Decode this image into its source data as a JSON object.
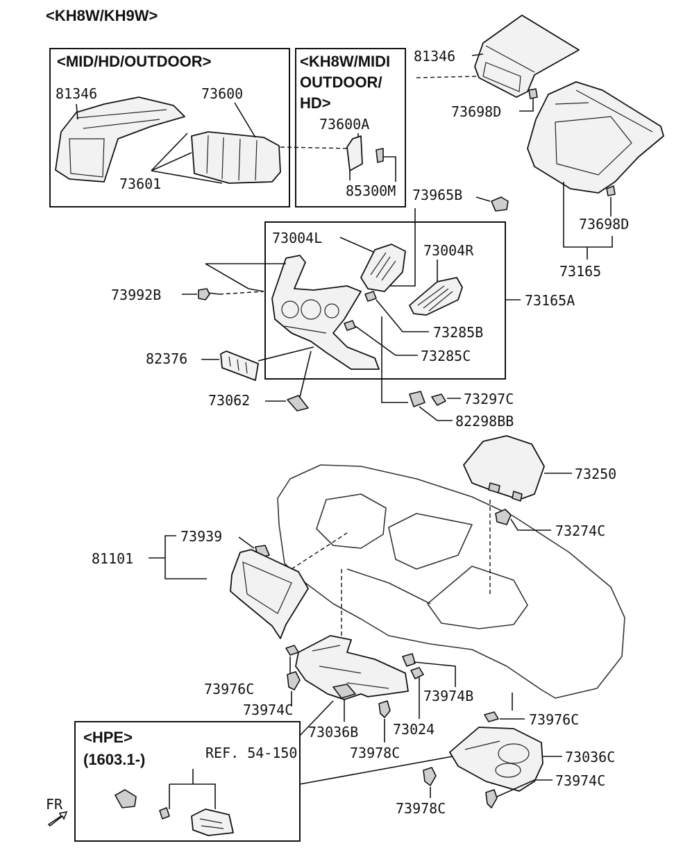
{
  "header": {
    "model_title": "<KH8W/KH9W>"
  },
  "boxes": {
    "mid_hd_outdoor": "<MID/HD/OUTDOOR>",
    "kh8w_midi_line1": "<KH8W/MIDI",
    "kh8w_midi_line2": "OUTDOOR/",
    "kh8w_midi_line3": "HD>",
    "hpe_line1": "<HPE>",
    "hpe_line2": "(1603.1-)",
    "hpe_ref": "REF. 54-150"
  },
  "labels": {
    "p81346_box": "81346",
    "p73600": "73600",
    "p73601": "73601",
    "p73600A": "73600A",
    "p85300M": "85300M",
    "p81346_top": "81346",
    "p73698D_a": "73698D",
    "p73698D_b": "73698D",
    "p73165": "73165",
    "p73965B": "73965B",
    "p73004L": "73004L",
    "p73004R": "73004R",
    "p73992B": "73992B",
    "p73165A": "73165A",
    "p73285B": "73285B",
    "p73285C": "73285C",
    "p82376": "82376",
    "p73062": "73062",
    "p73297C": "73297C",
    "p82298BB": "82298BB",
    "p73250": "73250",
    "p73274C": "73274C",
    "p73939": "73939",
    "p81101": "81101",
    "p73976C_a": "73976C",
    "p73974C_a": "73974C",
    "p73036B": "73036B",
    "p73024": "73024",
    "p73974B": "73974B",
    "p73978C_a": "73978C",
    "p73976C_b": "73976C",
    "p73036C": "73036C",
    "p73974C_b": "73974C",
    "p73978C_b": "73978C"
  },
  "direction": {
    "text": "FR"
  }
}
